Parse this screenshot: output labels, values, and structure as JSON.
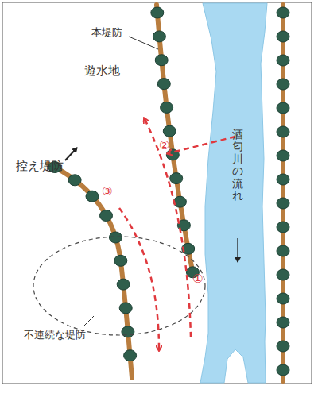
{
  "diagram": {
    "labels": [
      "本堤防",
      "遊水地",
      "酒匂川の流れ",
      "控え堤防",
      "不連続な堤防",
      "①",
      "②",
      "③"
    ]
  }
}
